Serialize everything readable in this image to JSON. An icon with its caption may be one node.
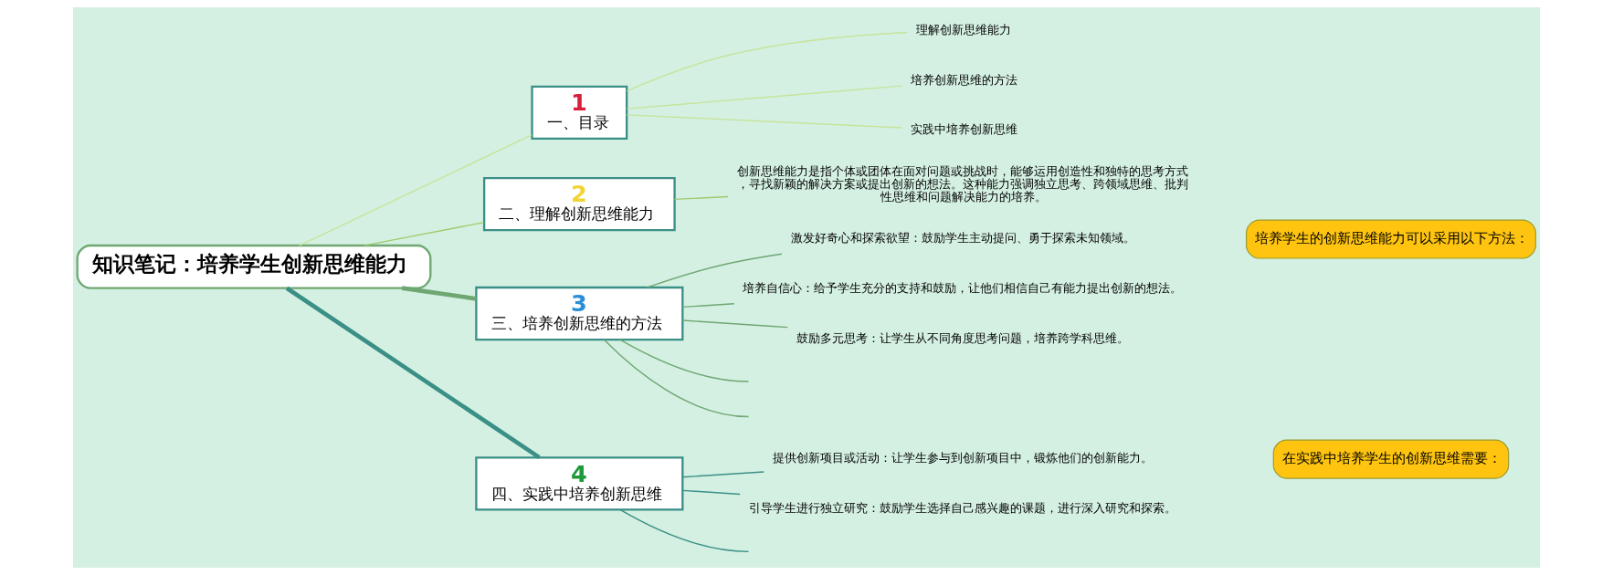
{
  "diagram": {
    "nodes": [
      {
        "text": [
          "知识笔记：培养学生创新思维能力"
        ]
      },
      {
        "text": [
          "1",
          "一、目录"
        ]
      },
      {
        "text": [
          "理解创新思维能力"
        ]
      },
      {
        "text": [
          "培养创新思维的方法"
        ]
      },
      {
        "text": [
          "实践中培养创新思维"
        ]
      },
      {
        "text": [
          "2",
          "二、理解创新思维能力"
        ]
      },
      {
        "text": [
          "创新思维能力是指个体或团体在面对问题或挑战时，能够运用创造性和独特的思考方式，寻找新颖的解决方案或提出创新的想法。这种能力强调独立思考、跨领域思维、批判性思维和问题解决能力的培养。"
        ]
      },
      {
        "text": [
          "3",
          "三、培养创新思维的方法"
        ]
      },
      {
        "text": [
          "激发好奇心和探索欲望：鼓励学生主动提问、勇于探索未知领域。"
        ]
      },
      {
        "text": [
          "培养自信心：给予学生充分的支持和鼓励，让他们相信自己有能力提出创新的想法。"
        ]
      },
      {
        "text": [
          "鼓励多元思考：让学生从不同角度思考问题，培养跨学科思维。"
        ]
      },
      {
        "text": [
          "培养学生的创新思维能力可以采用以下方法："
        ]
      },
      {
        "text": [
          "4",
          "四、实践中培养创新思维"
        ]
      },
      {
        "text": [
          "提供创新项目或活动：让学生参与到创新项目中，锻炼他们的创新能力。"
        ]
      },
      {
        "text": [
          "引导学生进行独立研究：鼓励学生选择自己感兴趣的课题，进行深入研究和探索。"
        ]
      },
      {
        "text": [
          "在实践中培养学生的创新思维需要："
        ]
      }
    ],
    "edges": [
      {
        "from": 0,
        "to": 1,
        "arrow": "none",
        "color": "#c5e59b"
      },
      {
        "from": 1,
        "to": 2,
        "arrow": "none",
        "color": "#c5e59b"
      },
      {
        "from": 1,
        "to": 3,
        "arrow": "none",
        "color": "#c5e59b"
      },
      {
        "from": 1,
        "to": 4,
        "arrow": "none",
        "color": "#c5e59b"
      },
      {
        "from": 0,
        "to": 5,
        "arrow": "none",
        "color": "#9ccc6a"
      },
      {
        "from": 5,
        "to": 6,
        "arrow": "none",
        "color": "#9ccc6a"
      },
      {
        "from": 0,
        "to": 7,
        "arrow": "none",
        "style": "thick",
        "color": "#6fa772"
      },
      {
        "from": 7,
        "to": 8,
        "arrow": "none",
        "color": "#6fa772"
      },
      {
        "from": 7,
        "to": 9,
        "arrow": "none",
        "color": "#6fa772"
      },
      {
        "from": 7,
        "to": 10,
        "arrow": "none",
        "color": "#6fa772"
      },
      {
        "from": 7,
        "to": null,
        "arrow": "none",
        "color": "#6fa772"
      },
      {
        "from": 7,
        "to": null,
        "arrow": "none",
        "color": "#6fa772"
      },
      {
        "from": 0,
        "to": 12,
        "arrow": "none",
        "style": "thick",
        "color": "#3a8f86"
      },
      {
        "from": 12,
        "to": 13,
        "arrow": "none",
        "color": "#3a8f86"
      },
      {
        "from": 12,
        "to": 14,
        "arrow": "none",
        "color": "#3a8f86"
      },
      {
        "from": 12,
        "to": null,
        "arrow": "none",
        "color": "#3a8f86"
      }
    ]
  }
}
